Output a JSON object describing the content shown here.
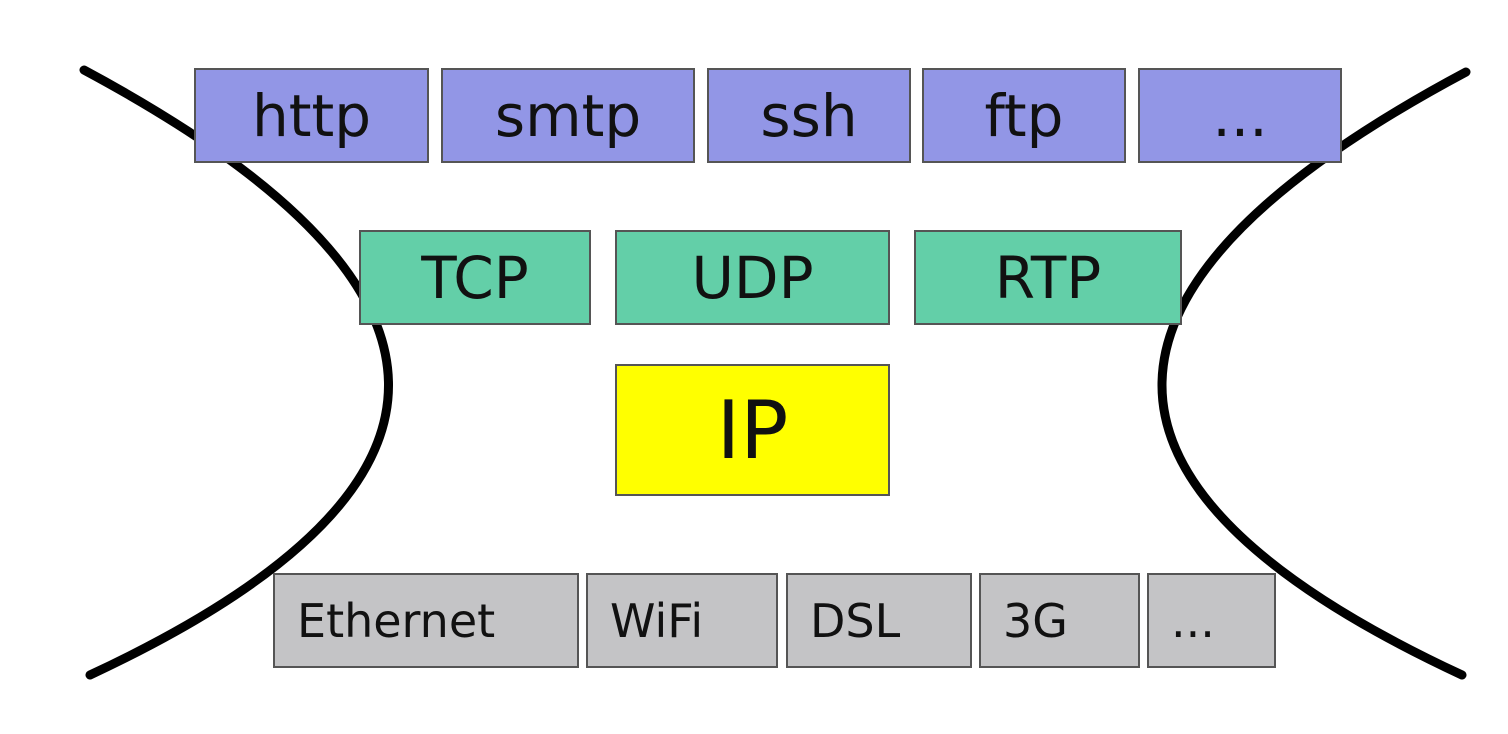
{
  "colors": {
    "application": "#9296e6",
    "transport": "#63cfa8",
    "network": "#ffff00",
    "link": "#c4c4c6",
    "curve": "#000000"
  },
  "application": [
    "http",
    "smtp",
    "ssh",
    "ftp",
    "..."
  ],
  "transport": [
    "TCP",
    "UDP",
    "RTP"
  ],
  "network": [
    "IP"
  ],
  "link": [
    "Ethernet",
    "WiFi",
    "DSL",
    "3G",
    "..."
  ]
}
